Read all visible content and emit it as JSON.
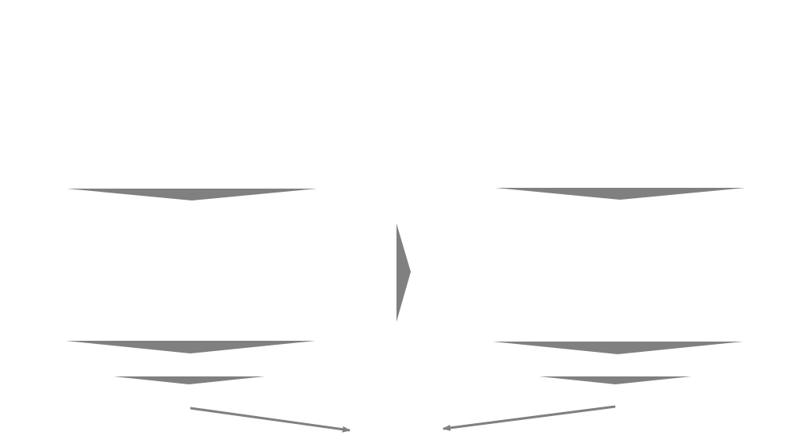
{
  "colors": {
    "background": "#ffffff",
    "shape": "#808080"
  },
  "shapes": [
    {
      "name": "left-top-wedge"
    },
    {
      "name": "right-top-wedge"
    },
    {
      "name": "center-right-pointing-wedge"
    },
    {
      "name": "left-middle-wedge"
    },
    {
      "name": "right-middle-wedge"
    },
    {
      "name": "left-small-wedge"
    },
    {
      "name": "right-small-wedge"
    }
  ],
  "arrows": [
    {
      "name": "left-converging-arrow"
    },
    {
      "name": "right-converging-arrow"
    }
  ]
}
